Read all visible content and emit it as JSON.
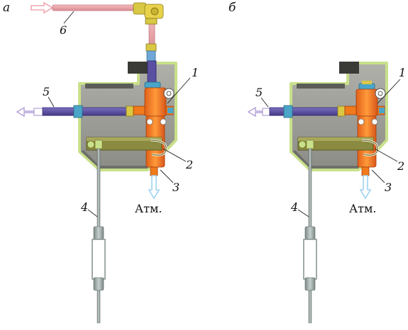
{
  "panels": {
    "left": {
      "letter": "а",
      "callouts": {
        "n1": "1",
        "n2": "2",
        "n3": "3",
        "n4": "4",
        "n5": "5",
        "n6": "6"
      },
      "atm": "Атм."
    },
    "right": {
      "letter": "б",
      "callouts": {
        "n1": "1",
        "n2": "2",
        "n3": "3",
        "n4": "4",
        "n5": "5"
      },
      "atm": "Атм."
    }
  },
  "colors": {
    "housing_fill": "#9e9e98",
    "housing_border": "#c9e08a",
    "housing_dark": "#3a3a36",
    "valve_orange": "#f07a1c",
    "pipe_violet": "#5a4fa0",
    "pipe_pink": "#e8a0a4",
    "fitting_yellow": "#d9c845",
    "arrow_blue": "#9fd3f0",
    "arrow_pink": "#f2a6b0",
    "lever_olive": "#8a8a40",
    "rod_gray": "#9aa6a4"
  }
}
